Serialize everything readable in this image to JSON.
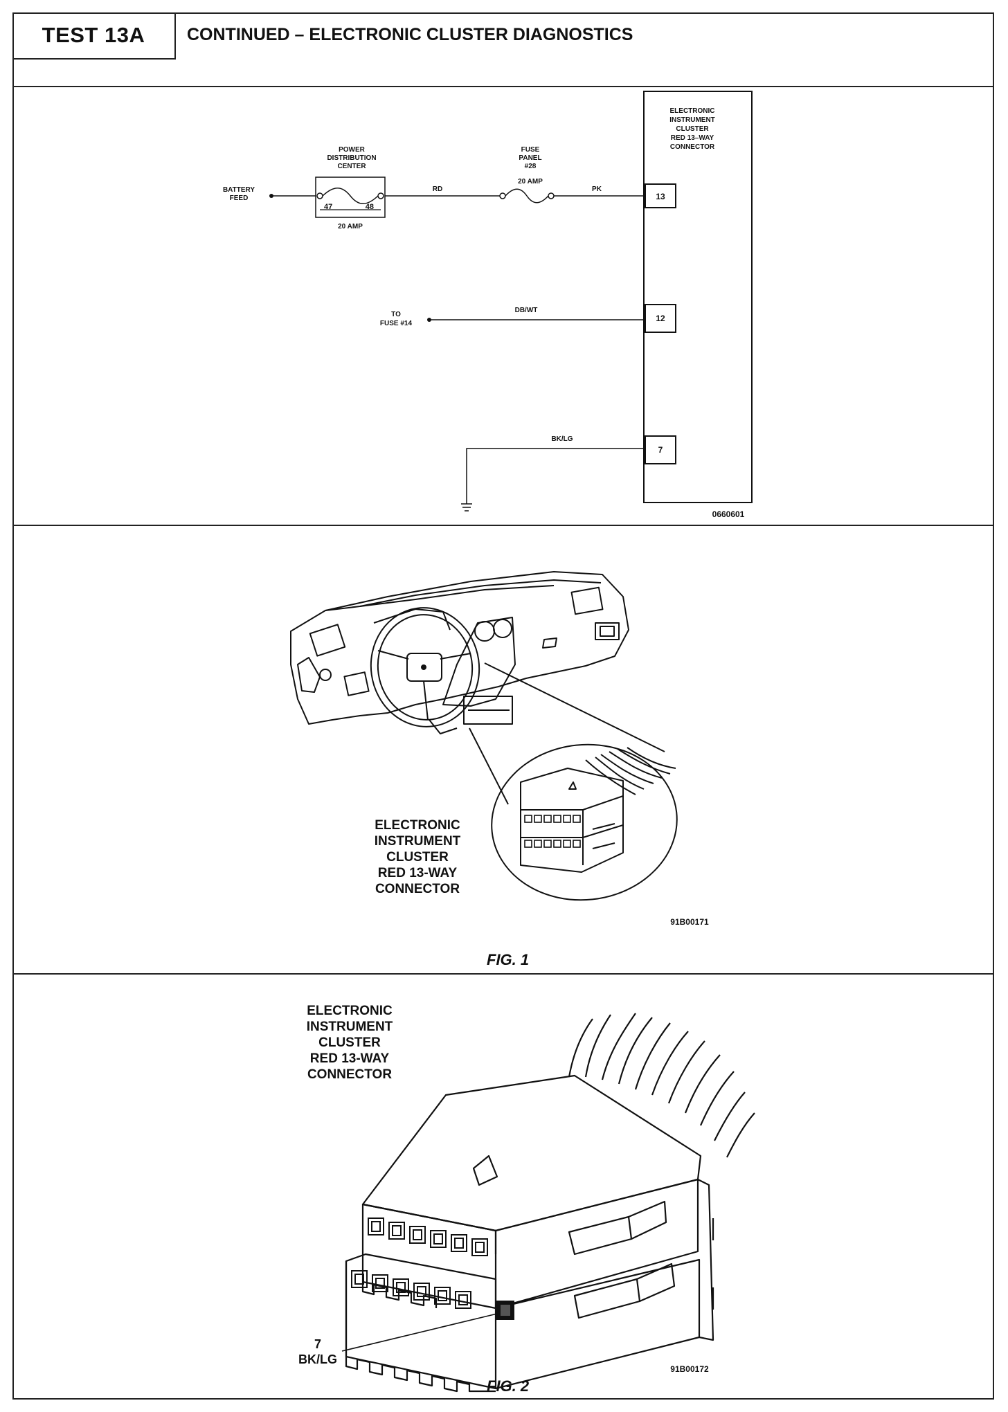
{
  "header": {
    "test_label": "TEST 13A",
    "title": "CONTINUED – ELECTRONIC CLUSTER DIAGNOSTICS"
  },
  "schematic": {
    "battery_feed": [
      "BATTERY",
      "FEED"
    ],
    "pdc_label": [
      "POWER",
      "DISTRIBUTION",
      "CENTER"
    ],
    "pdc_pin_left": "47",
    "pdc_pin_right": "48",
    "pdc_rating": "20 AMP",
    "wire_rd": "RD",
    "fuse_panel_label": [
      "FUSE",
      "PANEL",
      "#28",
      "20 AMP"
    ],
    "wire_pk": "PK",
    "cluster_label": [
      "ELECTRONIC",
      "INSTRUMENT",
      "CLUSTER",
      "RED 13–WAY",
      "CONNECTOR"
    ],
    "pin_13": "13",
    "pin_12": "12",
    "pin_7": "7",
    "to_fuse": [
      "TO",
      "FUSE #14"
    ],
    "wire_db_wt": "DB/WT",
    "wire_bk_lg": "BK/LG",
    "code": "0660601"
  },
  "figure1": {
    "label": [
      "ELECTRONIC",
      "INSTRUMENT",
      "CLUSTER",
      "RED 13-WAY",
      "CONNECTOR"
    ],
    "code": "91B00171",
    "caption": "FIG. 1"
  },
  "figure2": {
    "label": [
      "ELECTRONIC",
      "INSTRUMENT",
      "CLUSTER",
      "RED 13-WAY",
      "CONNECTOR"
    ],
    "pin": "7",
    "wire": "BK/LG",
    "code": "91B00172",
    "caption": "FIG. 2"
  }
}
